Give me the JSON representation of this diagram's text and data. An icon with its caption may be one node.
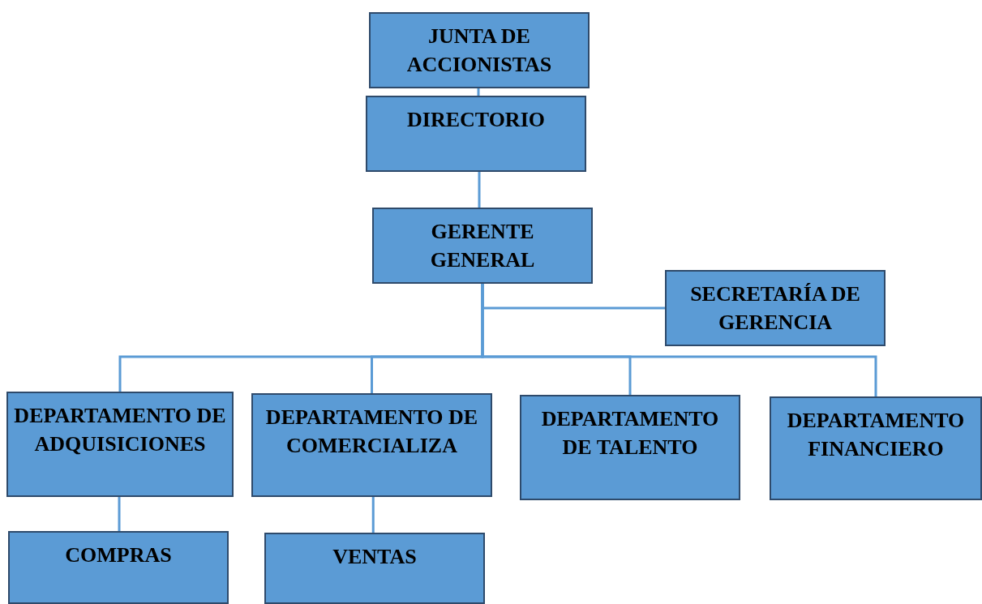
{
  "diagram": {
    "nodes": [
      {
        "text": [
          "JUNTA DE ACCIONISTAS"
        ]
      },
      {
        "text": [
          "DIRECTORIO"
        ]
      },
      {
        "text": [
          "GERENTE GENERAL"
        ]
      },
      {
        "text": [
          "SECRETARÍA DE GERENCIA"
        ]
      },
      {
        "text": [
          "DEPARTAMENTO DE ADQUISICIONES"
        ]
      },
      {
        "text": [
          "DEPARTAMENTO DE COMERCIALIZA"
        ]
      },
      {
        "text": [
          "DEPARTAMENTO DE TALENTO"
        ]
      },
      {
        "text": [
          "DEPARTAMENTO FINANCIERO"
        ]
      },
      {
        "text": [
          "COMPRAS"
        ]
      },
      {
        "text": [
          "VENTAS"
        ]
      }
    ],
    "edges": [
      {
        "from": 0,
        "to": 1,
        "arrow": "none"
      },
      {
        "from": 1,
        "to": 2,
        "arrow": "none"
      },
      {
        "from": 2,
        "to": 3,
        "arrow": "none"
      },
      {
        "from": 2,
        "to": 4,
        "arrow": "none"
      },
      {
        "from": 2,
        "to": 5,
        "arrow": "none"
      },
      {
        "from": 2,
        "to": 6,
        "arrow": "none"
      },
      {
        "from": 2,
        "to": 7,
        "arrow": "none"
      },
      {
        "from": 4,
        "to": 8,
        "arrow": "none"
      },
      {
        "from": 5,
        "to": 9,
        "arrow": "none"
      }
    ]
  }
}
